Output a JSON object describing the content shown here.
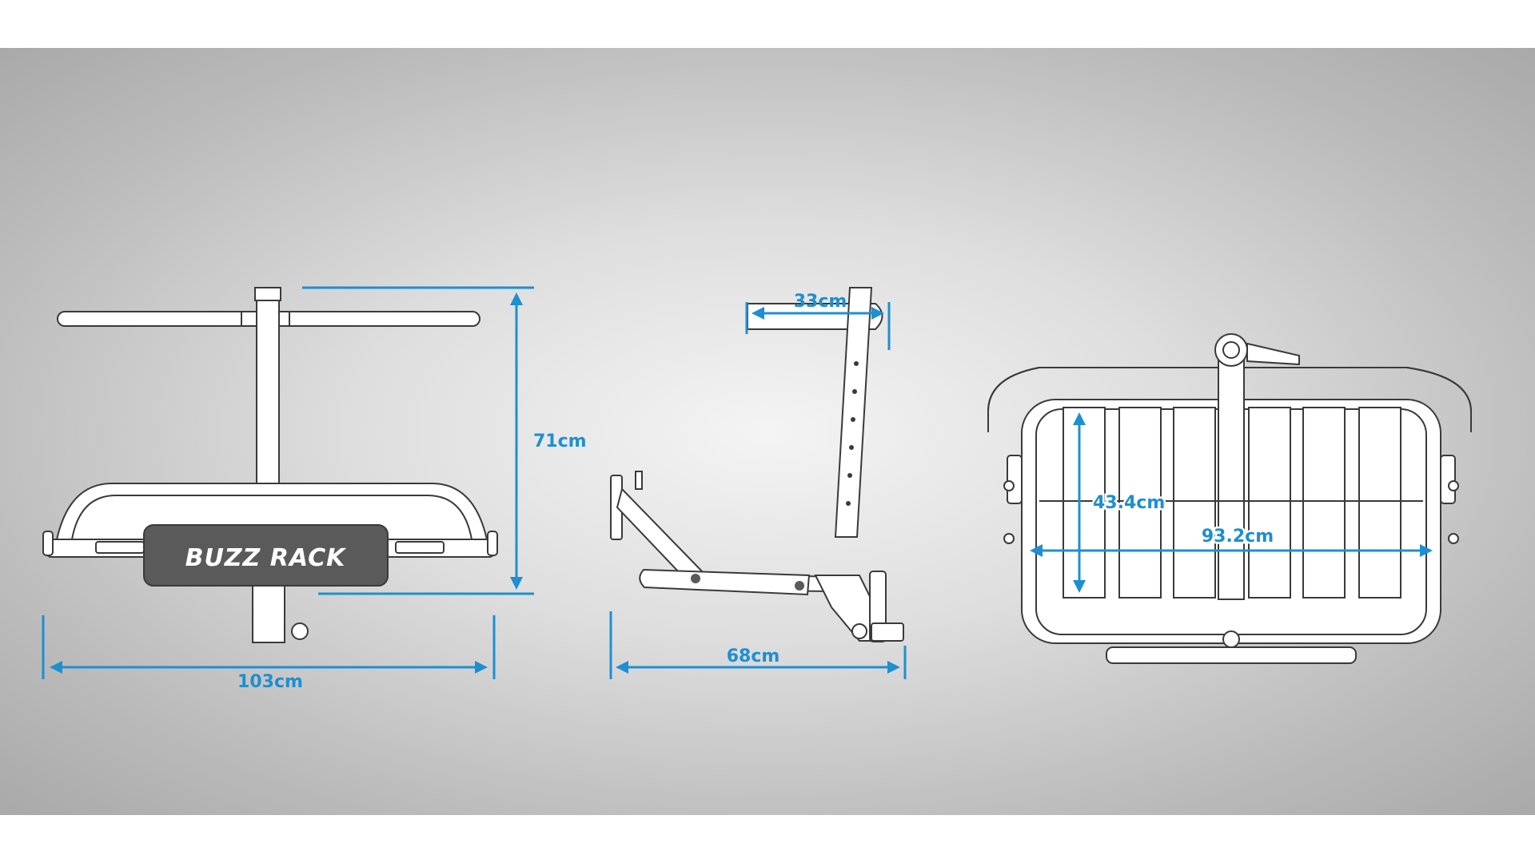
{
  "brand": {
    "logo_text": "BUZZ RACK"
  },
  "colors": {
    "dimension": "#1e8fd0",
    "background": "#cfcfcf",
    "outline": "#3a3a3a"
  },
  "dimensions": {
    "front_width": "103cm",
    "front_height": "71cm",
    "side_top": "33cm",
    "side_length": "68cm",
    "top_depth": "43.4cm",
    "top_width": "93.2cm"
  }
}
